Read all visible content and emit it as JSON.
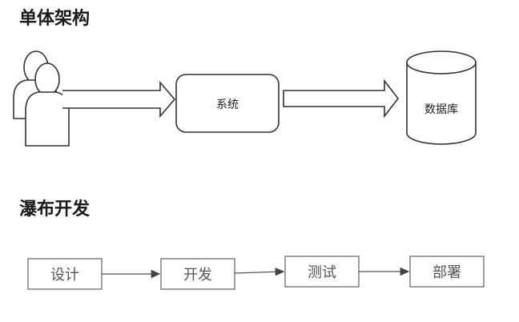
{
  "sections": {
    "monolith": {
      "title": "单体架构",
      "system_label": "系统",
      "database_label": "数据库"
    },
    "waterfall": {
      "title": "瀑布开发",
      "steps": [
        "设计",
        "开发",
        "测试",
        "部署"
      ]
    }
  },
  "colors": {
    "stroke": "#333333",
    "box_stroke": "#777777",
    "arrow": "#555555"
  },
  "icons": {
    "users": "users-icon",
    "database": "database-icon"
  }
}
